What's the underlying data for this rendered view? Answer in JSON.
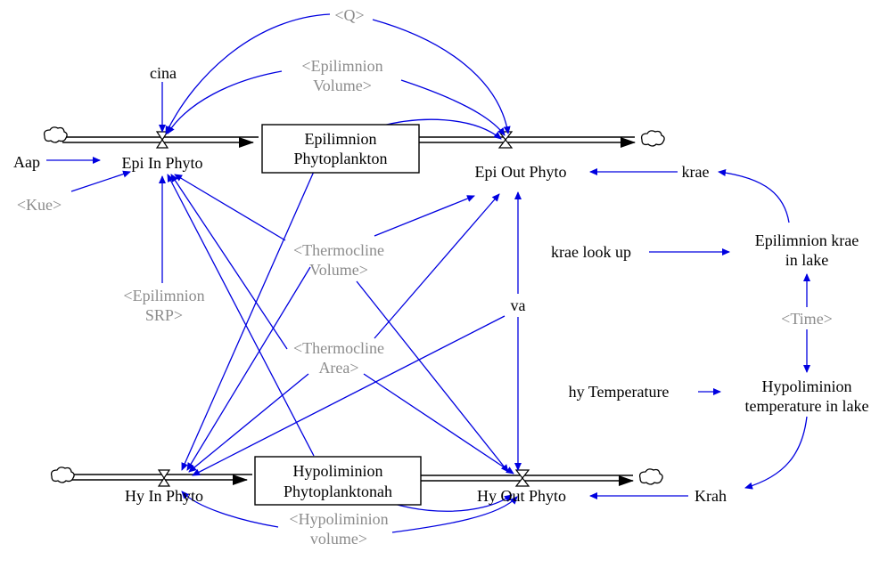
{
  "colors": {
    "link": "#0000e0",
    "shadow_text": "#8c8c8c",
    "text": "#000000"
  },
  "stocks": {
    "epi": [
      "Epilimnion",
      "Phytoplankton"
    ],
    "hypo": [
      "Hypoliminion",
      "Phytoplanktonah"
    ]
  },
  "flows": {
    "epi_in": "Epi In Phyto",
    "epi_out": "Epi Out Phyto",
    "hy_in": "Hy In Phyto",
    "hy_out": "Hy Out Phyto"
  },
  "variables": {
    "cina": "cina",
    "aap": "Aap",
    "va": "va",
    "krae": "krae",
    "krae_lookup": "krae look up",
    "epi_krae": [
      "Epilimnion krae",
      "in lake"
    ],
    "hy_temperature": "hy Temperature",
    "hypo_temp": [
      "Hypoliminion",
      "temperature in lake"
    ],
    "krah": "Krah"
  },
  "shadow_variables": {
    "q": "<Q>",
    "epi_volume": [
      "<Epilimnion",
      "Volume>"
    ],
    "kue": "<Kue>",
    "epi_srp": [
      "<Epilimnion",
      "SRP>"
    ],
    "thermo_volume": [
      "<Thermocline",
      "Volume>"
    ],
    "thermo_area": [
      "<Thermocline",
      "Area>"
    ],
    "time": "<Time>",
    "hypo_volume": [
      "<Hypoliminion",
      "volume>"
    ]
  }
}
